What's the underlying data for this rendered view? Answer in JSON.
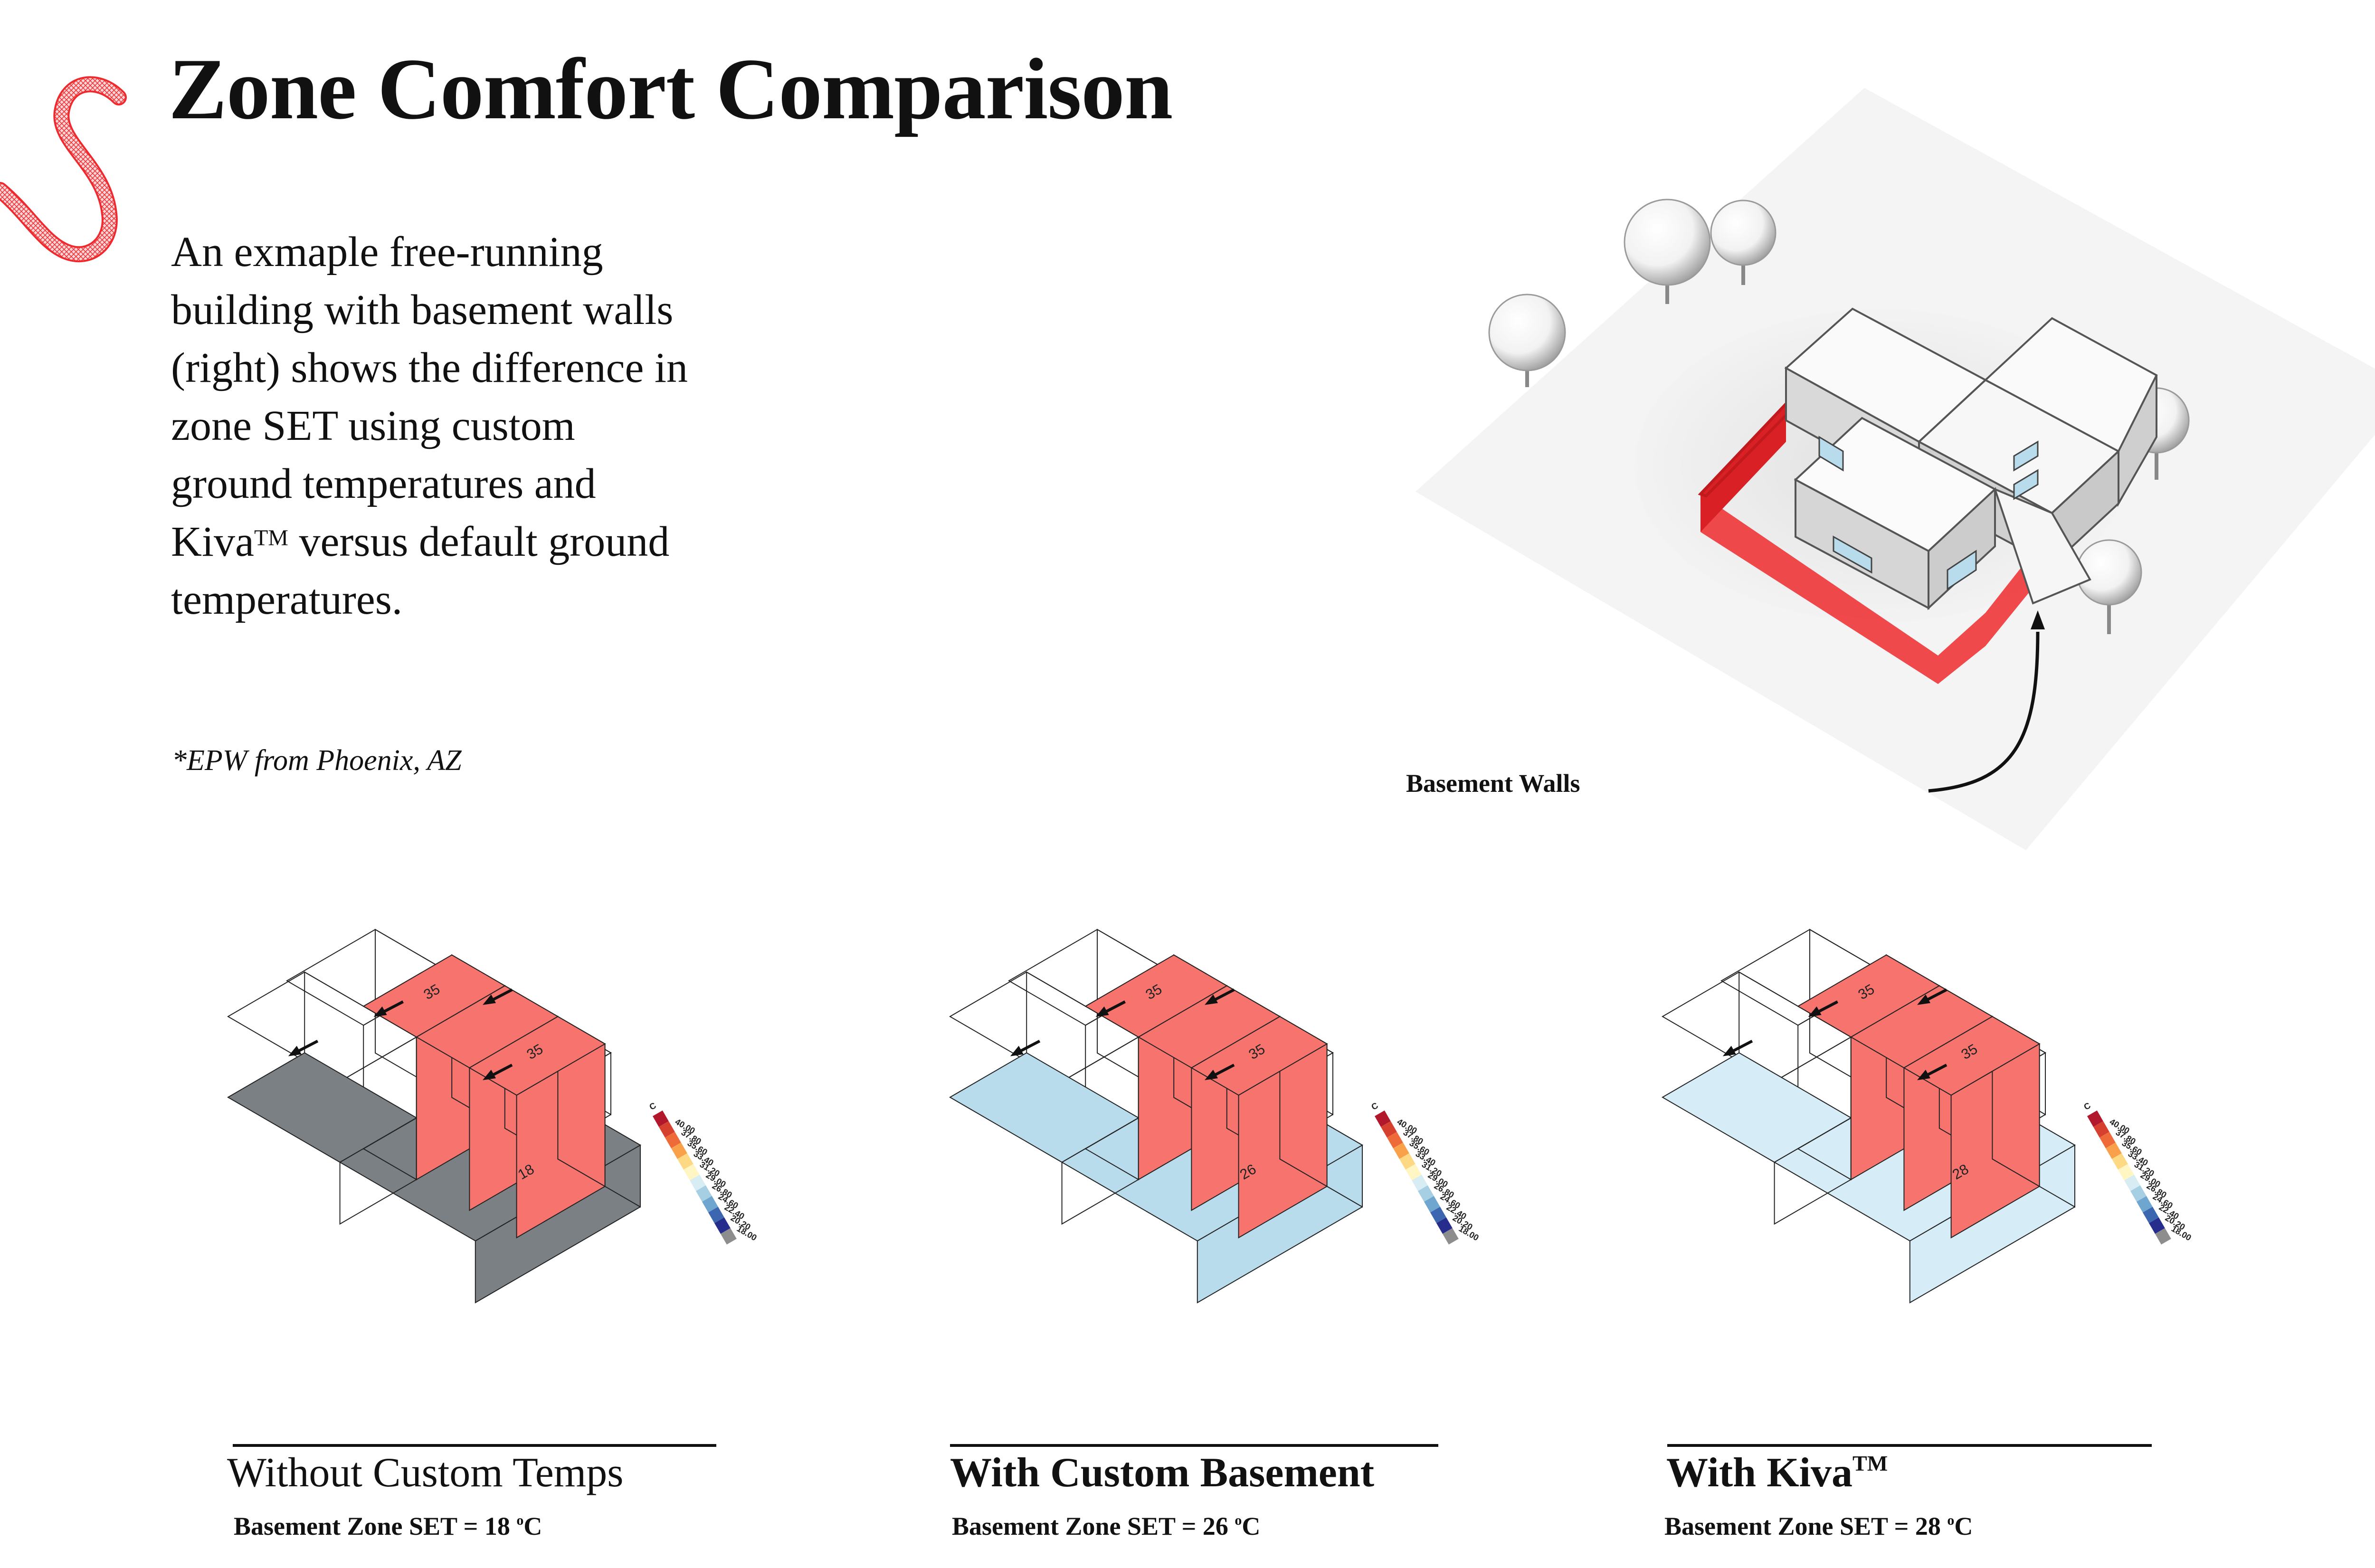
{
  "page": {
    "title": "Zone Comfort Comparison",
    "intro": {
      "text": "An exmaple free-running building with basement walls (right) shows the difference in zone SET using custom ground temperatures and Kiva",
      "tm": "TM",
      "text_after": " versus default ground temperatures."
    },
    "note": "*EPW from Phoenix, AZ",
    "hero_label": "Basement Walls"
  },
  "colors": {
    "accent_red": "#ee2a2e",
    "hot_zone": "#f7736d",
    "cool_zone": "#b9dcec",
    "light_zone": "#d6ecf6",
    "cold_zone": "#7b8084",
    "line": "#222222"
  },
  "legend": {
    "unit": "C",
    "ticks": [
      "40.00",
      "37.80",
      "35.60",
      "33.40",
      "31.20",
      "29.00",
      "26.80",
      "24.60",
      "22.40",
      "20.20",
      "18.00"
    ],
    "colors": [
      "#b2182b",
      "#d6412f",
      "#ef6a39",
      "#f9a04a",
      "#fcd982",
      "#fff6c4",
      "#d8ecf4",
      "#a6cfe4",
      "#6ea6d0",
      "#3d66b0",
      "#262d8c",
      "#8d8d8d"
    ]
  },
  "panels": [
    {
      "title": "Without Custom Temps",
      "subtitle_prefix": "Basement Zone SET =  18 ",
      "subtitle_deg": "o",
      "subtitle_unit": "C",
      "basement_value": "18",
      "hot_value_upper": "35",
      "hot_value_lower": "35",
      "basement_color": "#7b8084",
      "side_color": "#7b8084"
    },
    {
      "title": "With Custom Basement",
      "subtitle_prefix": "Basement Zone SET =  26 ",
      "subtitle_deg": "o",
      "subtitle_unit": "C",
      "basement_value": "26",
      "hot_value_upper": "35",
      "hot_value_lower": "35",
      "basement_color": "#b9dcec",
      "side_color": "#b9dcec"
    },
    {
      "title": "With Kiva",
      "title_tm": "TM",
      "subtitle_prefix": "Basement Zone SET =  28 ",
      "subtitle_deg": "o",
      "subtitle_unit": "C",
      "basement_value": "28",
      "hot_value_upper": "35",
      "hot_value_lower": "35",
      "basement_color": "#d6ecf6",
      "side_color": "#d6ecf6"
    }
  ]
}
